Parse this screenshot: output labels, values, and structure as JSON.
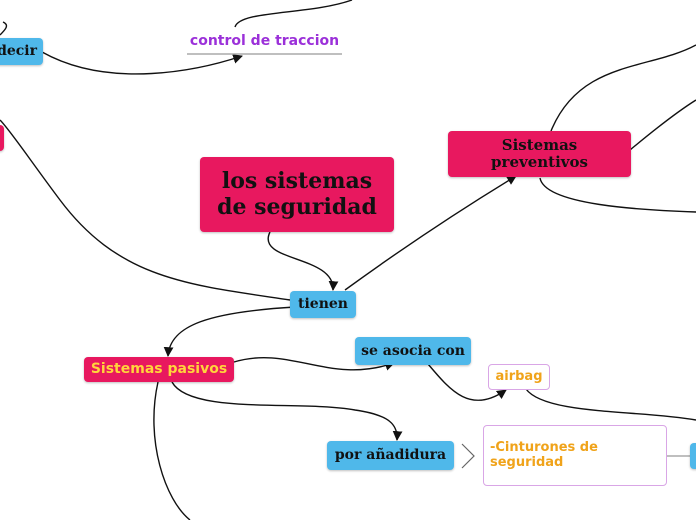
{
  "nodes": {
    "central": "los sistemas de seguridad",
    "tienen": "tienen",
    "preventivos": "Sistemas preventivos",
    "pasivos": "Sistemas pasivos",
    "asocia": "se asocia con",
    "airbag": "airbag",
    "anadidura": "por añadidura",
    "cinturones": "-Cinturones de seguridad",
    "decir": "decir",
    "control": "control de traccion"
  },
  "colors": {
    "blue": "#4fb8ea",
    "pink": "#e8185f",
    "orange_text": "#f0a31a",
    "yellow_text": "#ffd43b",
    "purple_text": "#9b30d9"
  }
}
